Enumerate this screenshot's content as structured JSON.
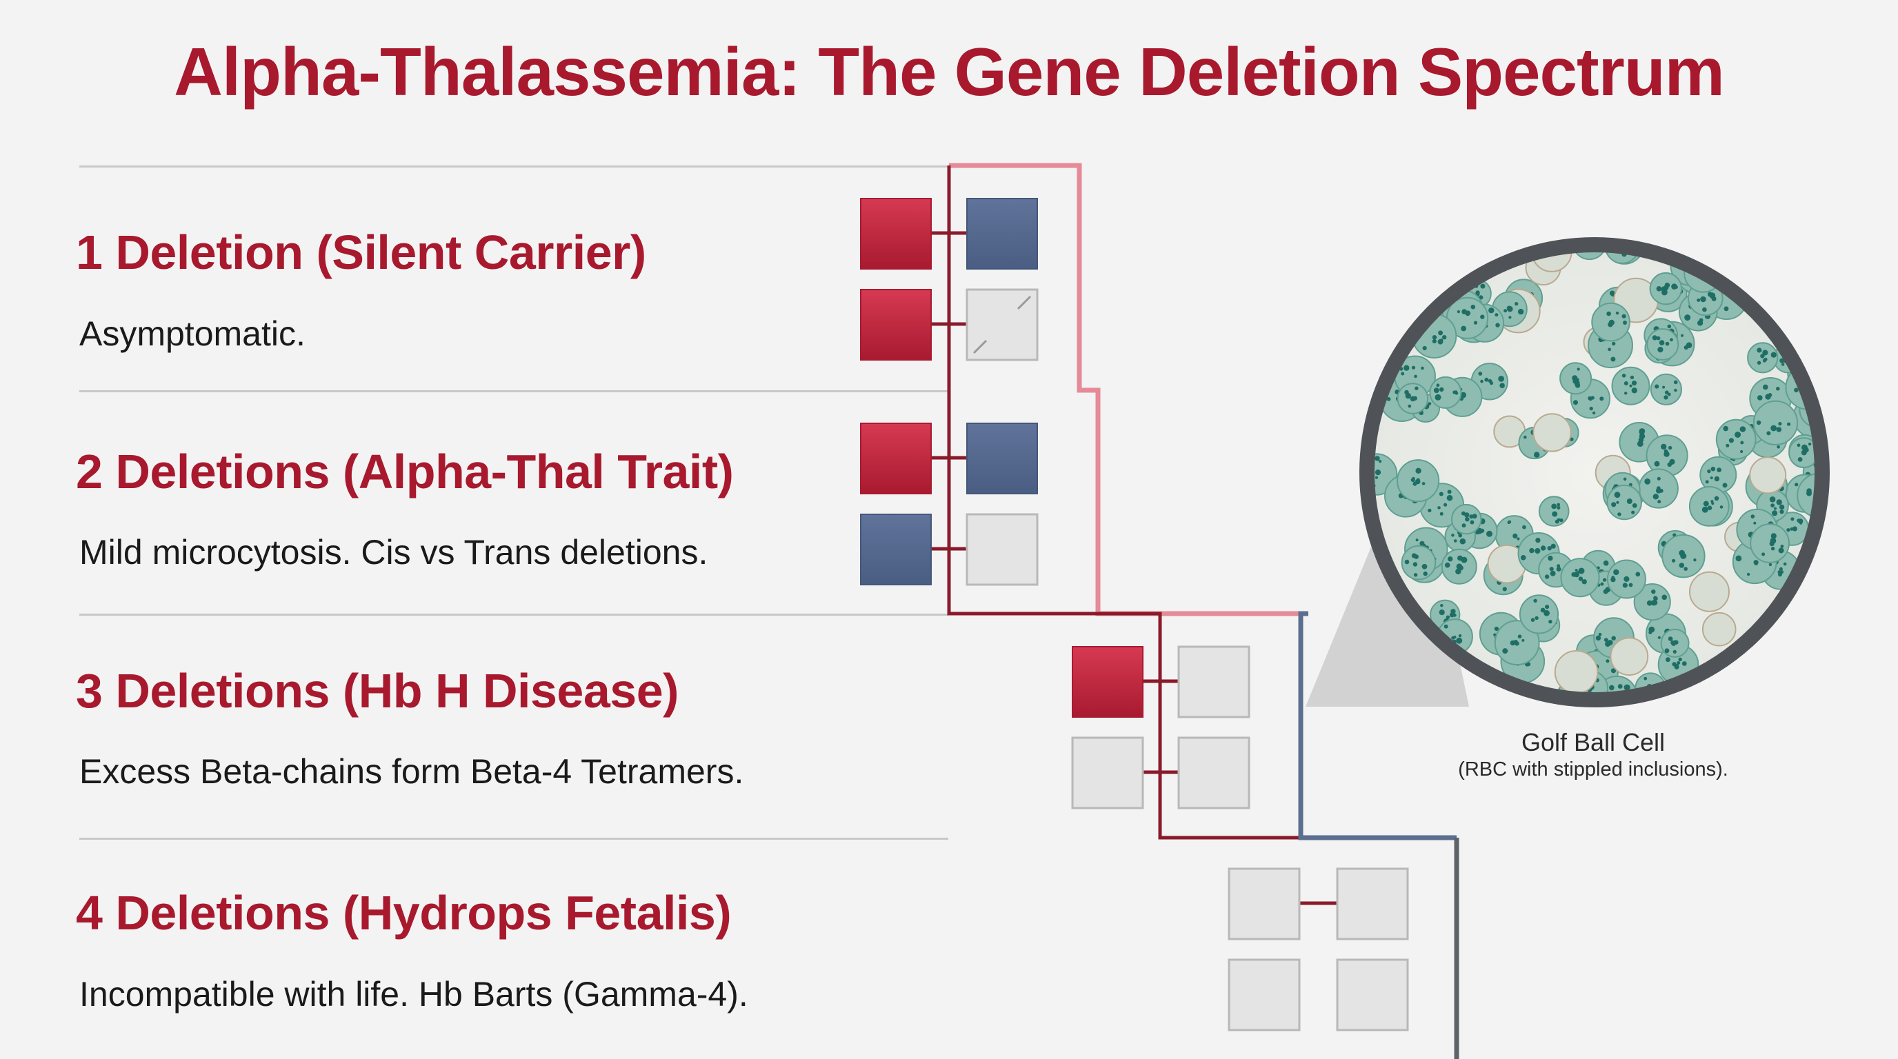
{
  "title": "Alpha-Thalassemia: The Gene Deletion Spectrum",
  "rows": [
    {
      "heading": "1 Deletion (Silent Carrier)",
      "description": "Asymptomatic.",
      "genes": [
        "present",
        "present",
        "present",
        "deleted"
      ]
    },
    {
      "heading": "2 Deletions (Alpha-Thal Trait)",
      "description": "Mild microcytosis. Cis vs Trans deletions.",
      "genes": [
        "present",
        "present",
        "present",
        "deleted"
      ]
    },
    {
      "heading": "3 Deletions (Hb H Disease)",
      "description": "Excess Beta-chains form Beta-4 Tetramers.",
      "genes": [
        "present",
        "deleted",
        "deleted",
        "deleted"
      ]
    },
    {
      "heading": "4 Deletions (Hydrops Fetalis)",
      "description": "Incompatible with life. Hb Barts (Gamma-4).",
      "genes": [
        "deleted",
        "deleted",
        "deleted",
        "deleted"
      ]
    }
  ],
  "lens": {
    "caption": "Golf Ball Cell",
    "subcaption": "(RBC with stippled inclusions)."
  },
  "colors": {
    "title": "#a8192e",
    "gene_red": "#c8283f",
    "gene_blue": "#55698f",
    "gene_deleted": "#e4e4e4",
    "connector_pink": "#e58a97",
    "connector_dark_red": "#8a1a2a",
    "connector_slate": "#5c6e8f",
    "connector_gray": "#5e6368"
  }
}
